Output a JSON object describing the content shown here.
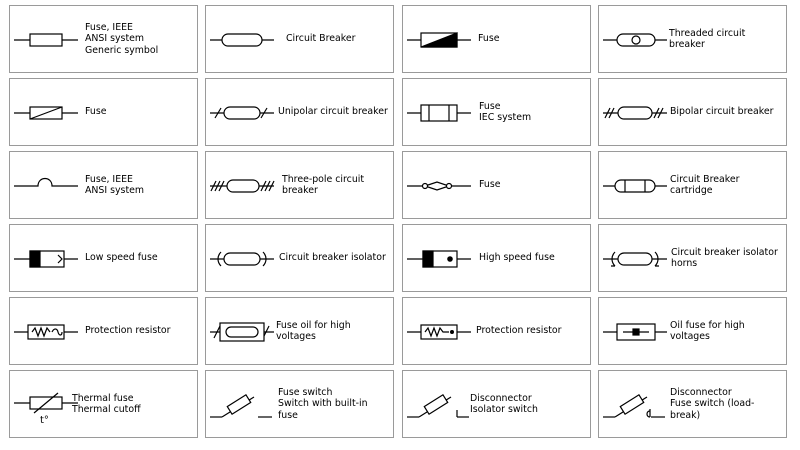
{
  "cells": [
    {
      "lines": [
        "Fuse, IEEE",
        "ANSI system",
        "Generic symbol"
      ],
      "icon": "fuse-ieee-generic-icon"
    },
    {
      "lines": [
        "Circuit Breaker"
      ],
      "icon": "circuit-breaker-icon"
    },
    {
      "lines": [
        "Fuse"
      ],
      "icon": "fuse-triangle-icon"
    },
    {
      "lines": [
        "Threaded circuit breaker"
      ],
      "icon": "threaded-circuit-breaker-icon"
    },
    {
      "lines": [
        "Fuse"
      ],
      "icon": "fuse-diagonal-icon"
    },
    {
      "lines": [
        "Unipolar circuit breaker"
      ],
      "icon": "unipolar-circuit-breaker-icon"
    },
    {
      "lines": [
        "Fuse",
        "IEC system"
      ],
      "icon": "fuse-iec-icon"
    },
    {
      "lines": [
        "Bipolar circuit breaker"
      ],
      "icon": "bipolar-circuit-breaker-icon"
    },
    {
      "lines": [
        "Fuse, IEEE",
        "ANSI system"
      ],
      "icon": "fuse-ieee-ansi-wave-icon"
    },
    {
      "lines": [
        "Three-pole circuit",
        "breaker"
      ],
      "icon": "three-pole-circuit-breaker-icon"
    },
    {
      "lines": [
        "Fuse"
      ],
      "icon": "fuse-link-icon"
    },
    {
      "lines": [
        "Circuit Breaker cartridge"
      ],
      "icon": "circuit-breaker-cartridge-icon"
    },
    {
      "lines": [
        "Low speed fuse"
      ],
      "icon": "low-speed-fuse-icon"
    },
    {
      "lines": [
        "Circuit breaker isolator"
      ],
      "icon": "circuit-breaker-isolator-icon"
    },
    {
      "lines": [
        "High speed fuse"
      ],
      "icon": "high-speed-fuse-icon"
    },
    {
      "lines": [
        "Circuit breaker isolator",
        "horns"
      ],
      "icon": "circuit-breaker-isolator-horns-icon"
    },
    {
      "lines": [
        "Protection resistor"
      ],
      "icon": "protection-resistor-icon"
    },
    {
      "lines": [
        "Fuse oil for high voltages"
      ],
      "icon": "fuse-oil-high-voltage-icon"
    },
    {
      "lines": [
        "Protection resistor"
      ],
      "icon": "protection-resistor-alt-icon"
    },
    {
      "lines": [
        "Oil fuse for high voltages"
      ],
      "icon": "oil-fuse-high-voltage-icon"
    },
    {
      "lines": [
        "Thermal fuse",
        "Thermal cutoff"
      ],
      "icon": "thermal-fuse-icon",
      "symbol_text": "t°"
    },
    {
      "lines": [
        "Fuse switch",
        "Switch with built-in fuse"
      ],
      "icon": "fuse-switch-icon"
    },
    {
      "lines": [
        "Disconnector",
        "Isolator switch"
      ],
      "icon": "disconnector-isolator-icon"
    },
    {
      "lines": [
        "Disconnector",
        "Fuse switch (load-break)"
      ],
      "icon": "disconnector-load-break-icon"
    }
  ]
}
